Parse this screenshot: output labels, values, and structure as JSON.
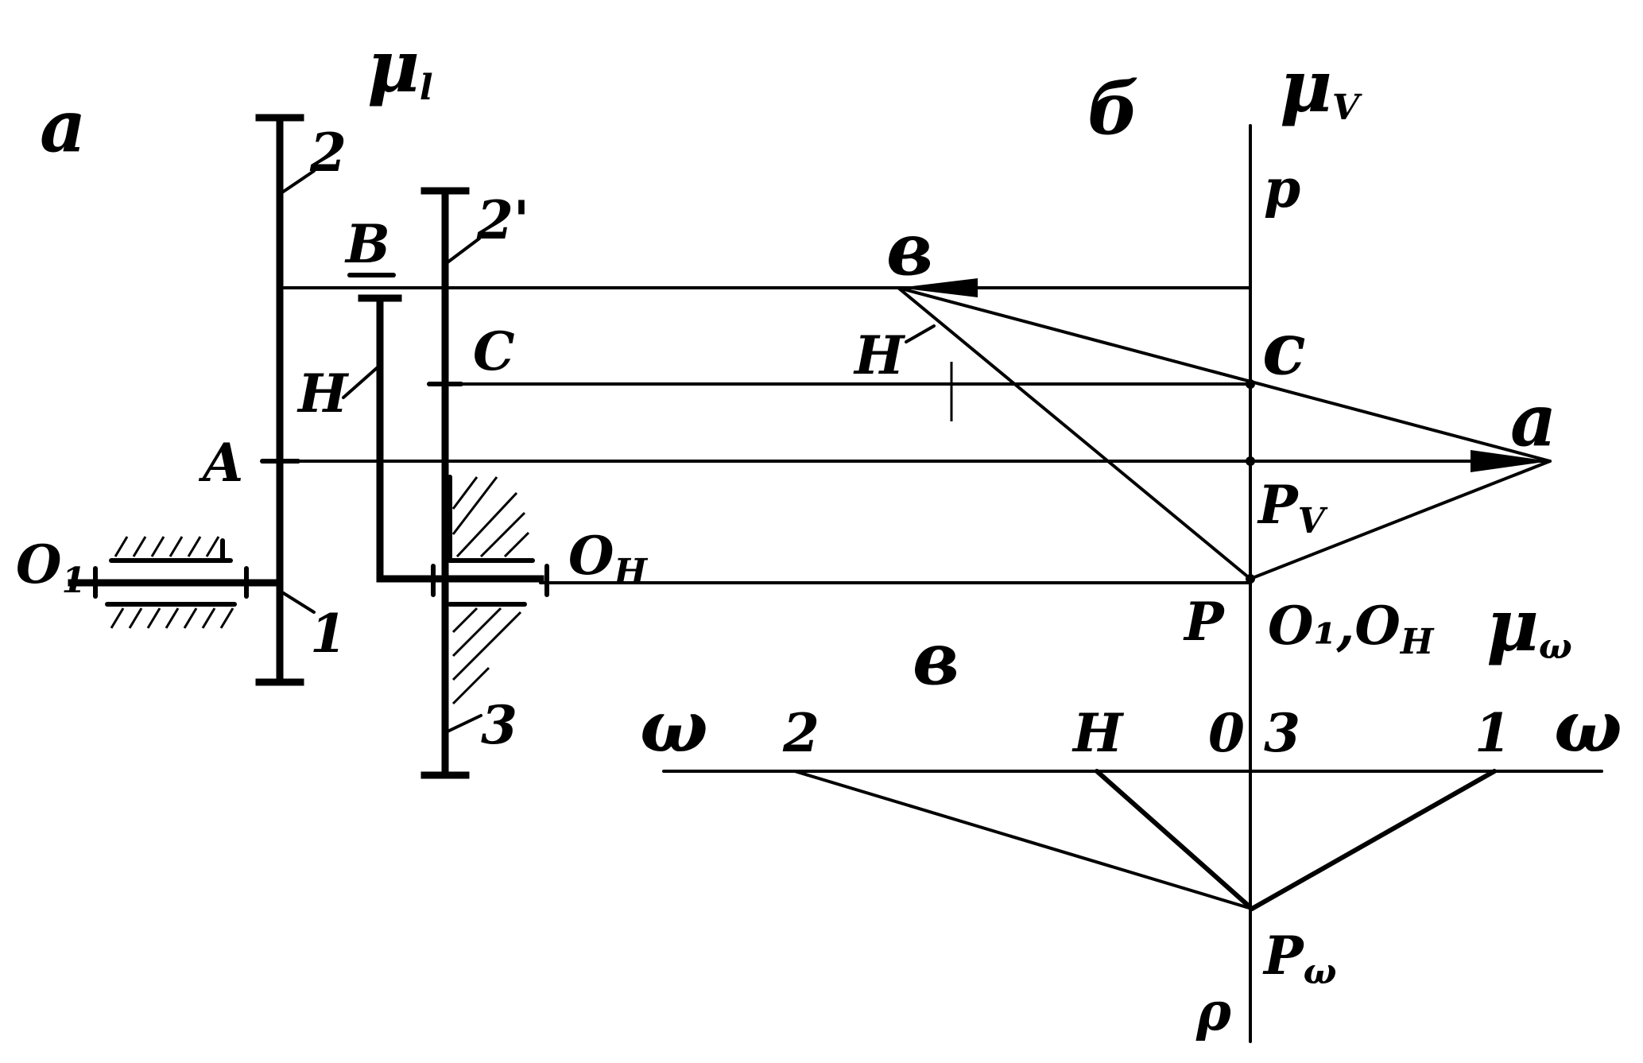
{
  "panels": {
    "a": "а",
    "b": "б",
    "v": "в"
  },
  "scales": {
    "mu_l": "μ",
    "mu_l_sub": "l",
    "mu_v": "μ",
    "mu_v_sub": "V",
    "mu_w": "μ",
    "mu_w_sub": "ω"
  },
  "mechanism": {
    "o1": "O",
    "o1_sub": "1",
    "oh": "O",
    "oh_sub": "H",
    "a": "A",
    "b": "B",
    "c": "C",
    "h": "H",
    "gear1": "1",
    "gear2": "2",
    "gear2p": "2'",
    "gear3": "3"
  },
  "velocity_plan": {
    "p_top": "p",
    "b": "в",
    "h": "H",
    "c": "c",
    "a": "а",
    "pv": "P",
    "pv_sub": "V",
    "p": "P",
    "o1oh": "O₁,O",
    "o1oh_sub": "H"
  },
  "angular_plan": {
    "w_left": "ω",
    "w_right": "ω",
    "n2": "2",
    "nH": "H",
    "n0": "0",
    "n3": "3",
    "n1": "1",
    "pw": "P",
    "pw_sub": "ω",
    "p_bottom": "ρ"
  }
}
